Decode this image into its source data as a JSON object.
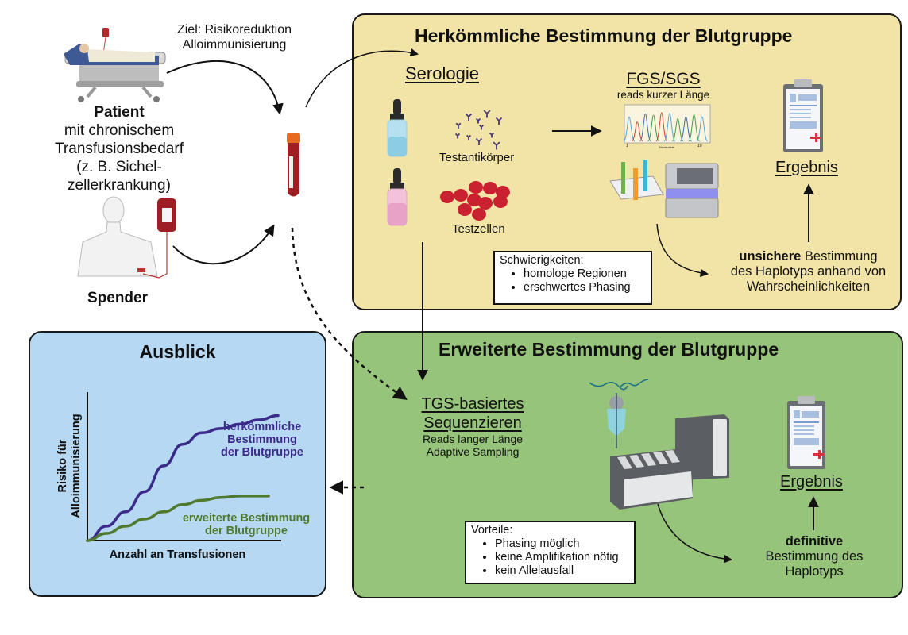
{
  "left": {
    "goal_line1": "Ziel: Risikoreduktion",
    "goal_line2": "Alloimmunisierung",
    "patient_title": "Patient",
    "patient_lines": [
      "mit chronischem",
      "Transfusionsbedarf",
      "(z. B. Sichel-",
      "zellerkrankung)"
    ],
    "donor_title": "Spender"
  },
  "conventional": {
    "title": "Herkömmliche Bestimmung der Blutgruppe",
    "serology_heading": "Serologie",
    "antibodies_label": "Testantikörper",
    "cells_label": "Testzellen",
    "sequencing_heading": "FGS/SGS",
    "sequencing_sub": "reads kurzer Länge",
    "chromatogram_axis_start": "1",
    "chromatogram_axis_end": "10",
    "chromatogram_axis_label": "Nucleotide",
    "result_label": "Ergebnis",
    "difficulties": {
      "heading": "Schwierigkeiten:",
      "items": [
        "homologe Regionen",
        "erschwertes Phasing"
      ]
    },
    "outcome_bold": "unsichere",
    "outcome_rest1": " Bestimmung",
    "outcome_line2": "des Haplotyps anhand von",
    "outcome_line3": "Wahrscheinlichkeiten"
  },
  "extended": {
    "title": "Erweiterte Bestimmung der Blutgruppe",
    "heading_line1": "TGS-basiertes",
    "heading_line2": "Sequenzieren",
    "sub_line1": "Reads langer Länge",
    "sub_line2": "Adaptive Sampling",
    "result_label": "Ergebnis",
    "advantages": {
      "heading": "Vorteile:",
      "items": [
        "Phasing möglich",
        "keine Amplifikation nötig",
        "kein Allelausfall"
      ]
    },
    "outcome_bold": "definitive",
    "outcome_line2": "Bestimmung des",
    "outcome_line3": "Haplotyps"
  },
  "outlook": {
    "title": "Ausblick"
  },
  "colors": {
    "conventional_bg": "#f2e3a6",
    "extended_bg": "#96c47a",
    "outlook_bg": "#b6d8f2",
    "conventional_line": "#3b2a8a",
    "extended_line": "#4f7a2e"
  },
  "chart_data": {
    "type": "line",
    "title": "Ausblick",
    "xlabel": "Anzahl an Transfusionen",
    "ylabel": "Risiko für Alloimmunisierung",
    "xlim": [
      0,
      1
    ],
    "ylim": [
      0,
      1
    ],
    "grid": false,
    "series": [
      {
        "name": "herkömmliche Bestimmung der Blutgruppe",
        "label_lines": [
          "herkömmliche",
          "Bestimmung",
          "der Blutgruppe"
        ],
        "color": "#3b2a8a",
        "x": [
          0,
          0.1,
          0.2,
          0.3,
          0.4,
          0.5,
          0.6,
          0.7,
          0.8,
          0.9,
          1.0
        ],
        "y": [
          0,
          0.1,
          0.2,
          0.34,
          0.52,
          0.67,
          0.75,
          0.78,
          0.81,
          0.84,
          0.87
        ]
      },
      {
        "name": "erweiterte Bestimmung der Blutgruppe",
        "label_lines": [
          "erweiterte Bestimmung",
          "der Blutgruppe"
        ],
        "color": "#4f7a2e",
        "x": [
          0,
          0.1,
          0.2,
          0.3,
          0.4,
          0.5,
          0.6,
          0.7,
          0.8,
          0.9,
          0.95
        ],
        "y": [
          0,
          0.05,
          0.1,
          0.15,
          0.2,
          0.25,
          0.28,
          0.3,
          0.31,
          0.31,
          0.31
        ]
      }
    ]
  }
}
